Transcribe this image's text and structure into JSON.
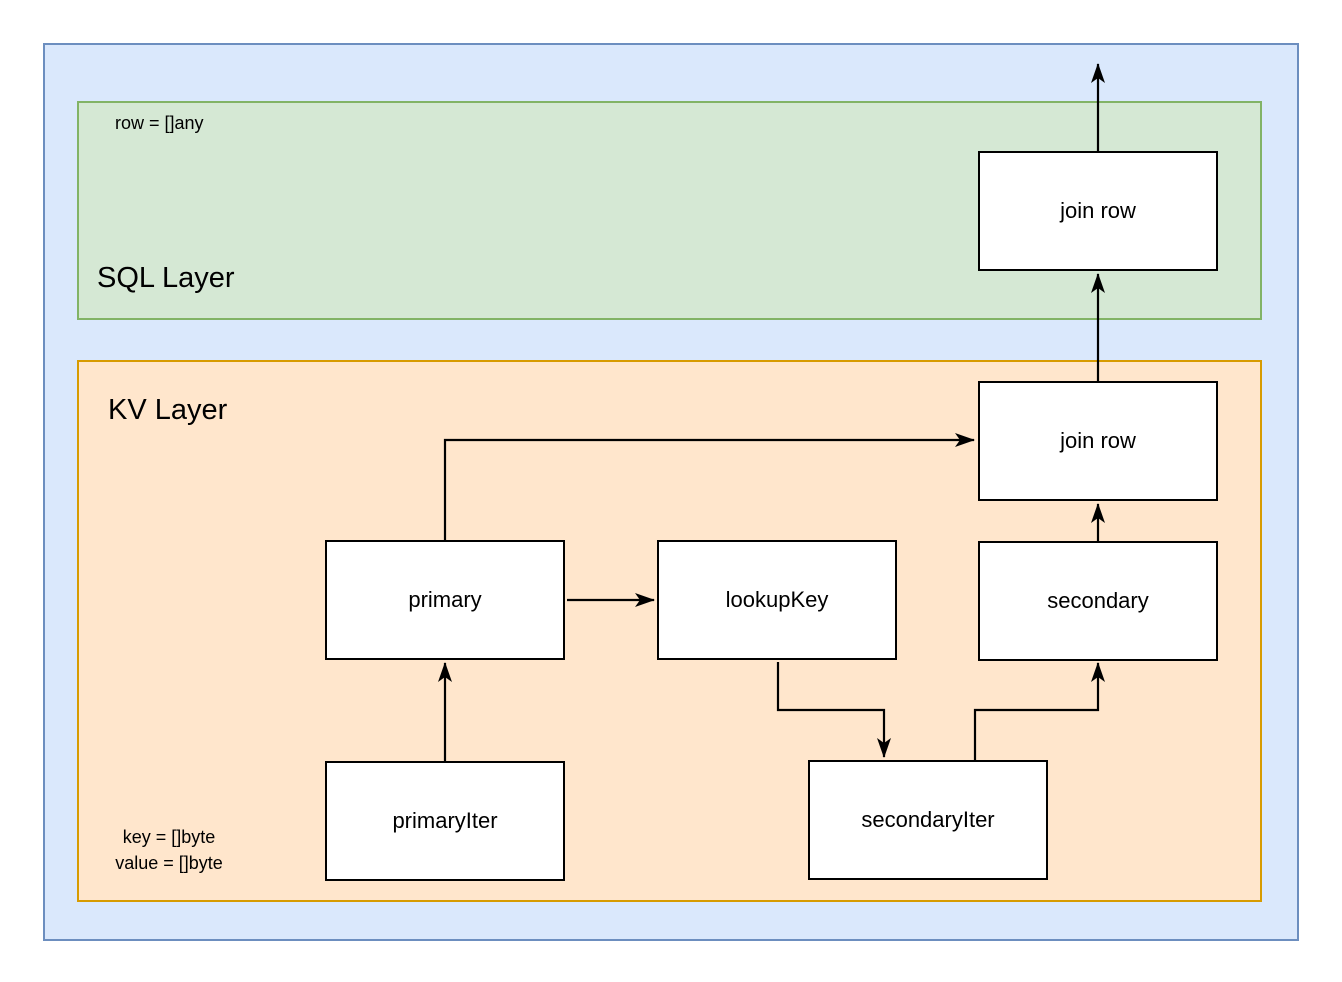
{
  "colors": {
    "canvas-bg": "#ffffff",
    "outer-fill": "#dae8fc",
    "outer-border": "#6c8ebf",
    "sql-fill": "#d5e8d4",
    "sql-border": "#82b366",
    "kv-fill": "#ffe6cc",
    "kv-border": "#d79b00",
    "node-fill": "#ffffff",
    "node-border": "#000000",
    "arrow": "#000000",
    "text": "#000000"
  },
  "layers": {
    "sql": {
      "label": "SQL Layer",
      "annotation": "row = []any"
    },
    "kv": {
      "label": "KV Layer",
      "annotation_key": "key = []byte",
      "annotation_value": "value = []byte"
    }
  },
  "nodes": {
    "sql_join_row": {
      "label": "join row"
    },
    "kv_join_row": {
      "label": "join row"
    },
    "primary": {
      "label": "primary"
    },
    "lookup_key": {
      "label": "lookupKey"
    },
    "secondary": {
      "label": "secondary"
    },
    "primary_iter": {
      "label": "primaryIter"
    },
    "secondary_iter": {
      "label": "secondaryIter"
    }
  },
  "edges": [
    {
      "from": "sql_join_row",
      "to": "output-above-diagram"
    },
    {
      "from": "kv_join_row",
      "to": "sql_join_row"
    },
    {
      "from": "secondary",
      "to": "kv_join_row"
    },
    {
      "from": "primary",
      "to": "kv_join_row"
    },
    {
      "from": "primary",
      "to": "lookup_key"
    },
    {
      "from": "primary_iter",
      "to": "primary"
    },
    {
      "from": "lookup_key",
      "to": "secondary_iter"
    },
    {
      "from": "secondary_iter",
      "to": "secondary"
    }
  ]
}
